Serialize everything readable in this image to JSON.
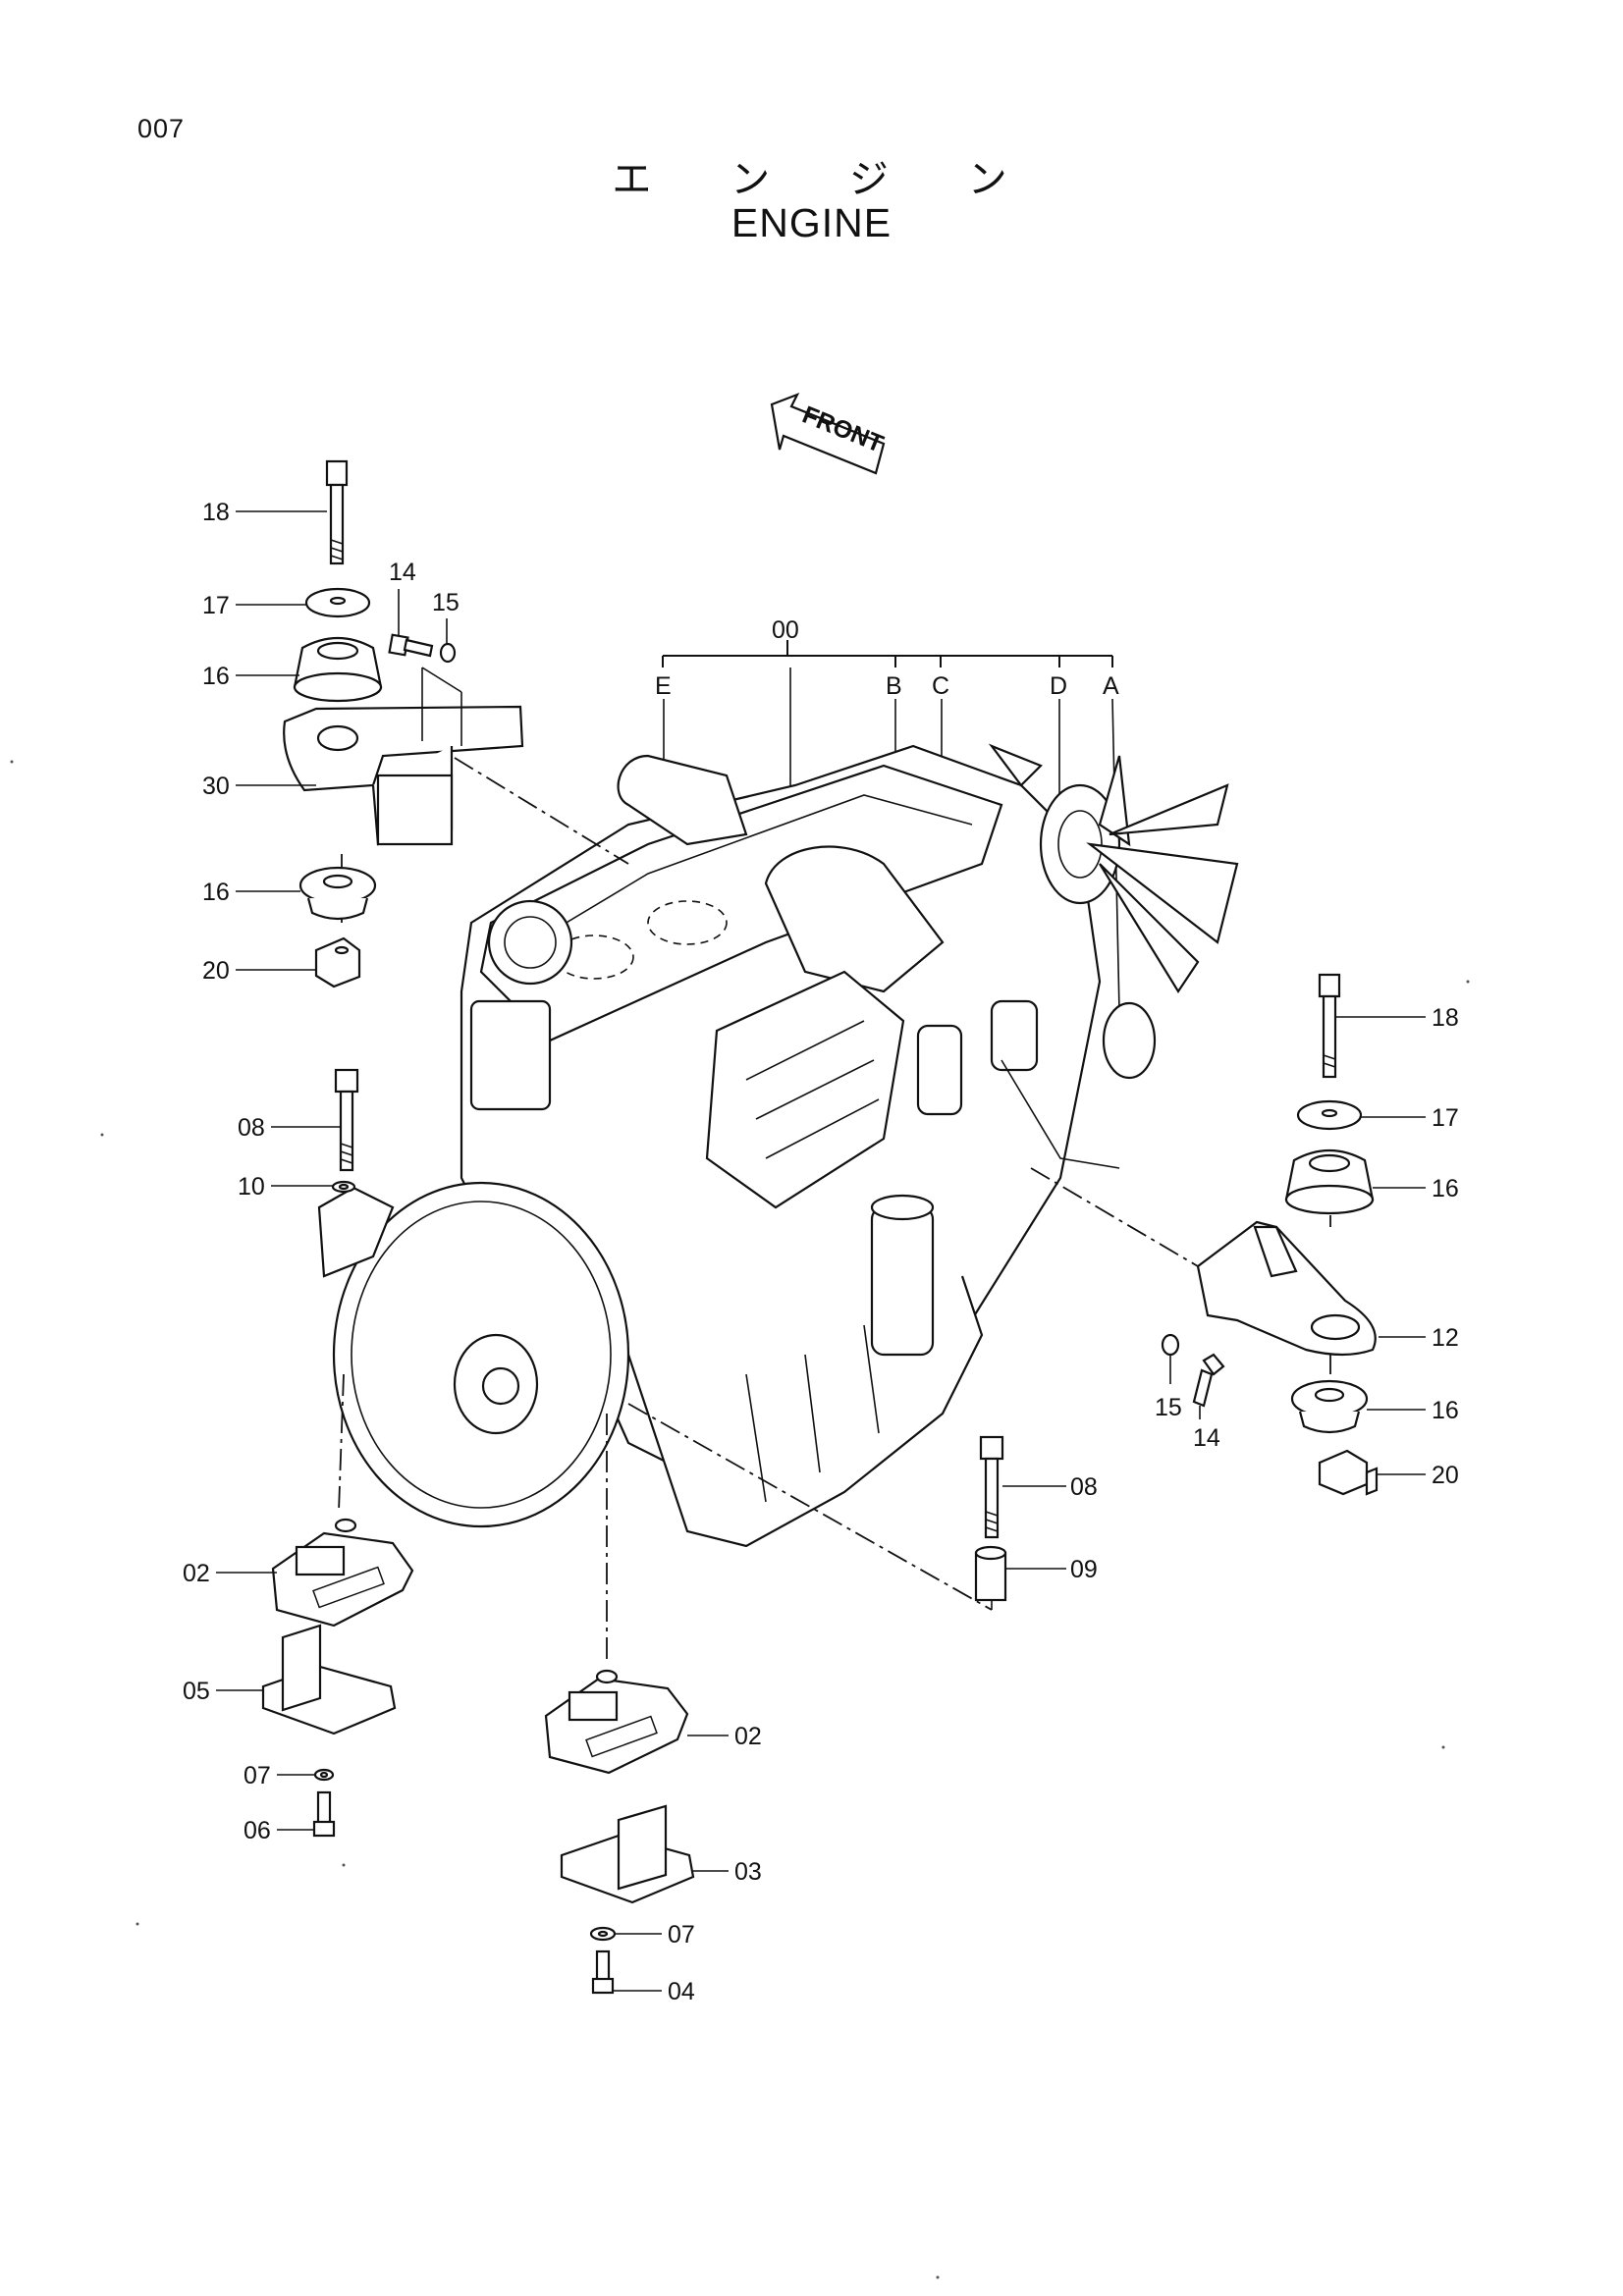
{
  "page_number": "007",
  "title_jp": "エ ン ジ ン",
  "title_en": "ENGINE",
  "front_arrow_label": "FRONT",
  "assembly_label": "00",
  "assembly_sub_labels": [
    "E",
    "B",
    "C",
    "D",
    "A"
  ],
  "callouts": {
    "c18a": "18",
    "c17a": "17",
    "c14a": "14",
    "c15a": "15",
    "c16a": "16",
    "c30": "30",
    "c16b": "16",
    "c20a": "20",
    "c08a": "08",
    "c10": "10",
    "c18b": "18",
    "c17b": "17",
    "c16c": "16",
    "c12": "12",
    "c15b": "15",
    "c14b": "14",
    "c16d": "16",
    "c20b": "20",
    "c08b": "08",
    "c09": "09",
    "c02a": "02",
    "c05": "05",
    "c07a": "07",
    "c06": "06",
    "c02b": "02",
    "c03": "03",
    "c07b": "07",
    "c04": "04"
  }
}
